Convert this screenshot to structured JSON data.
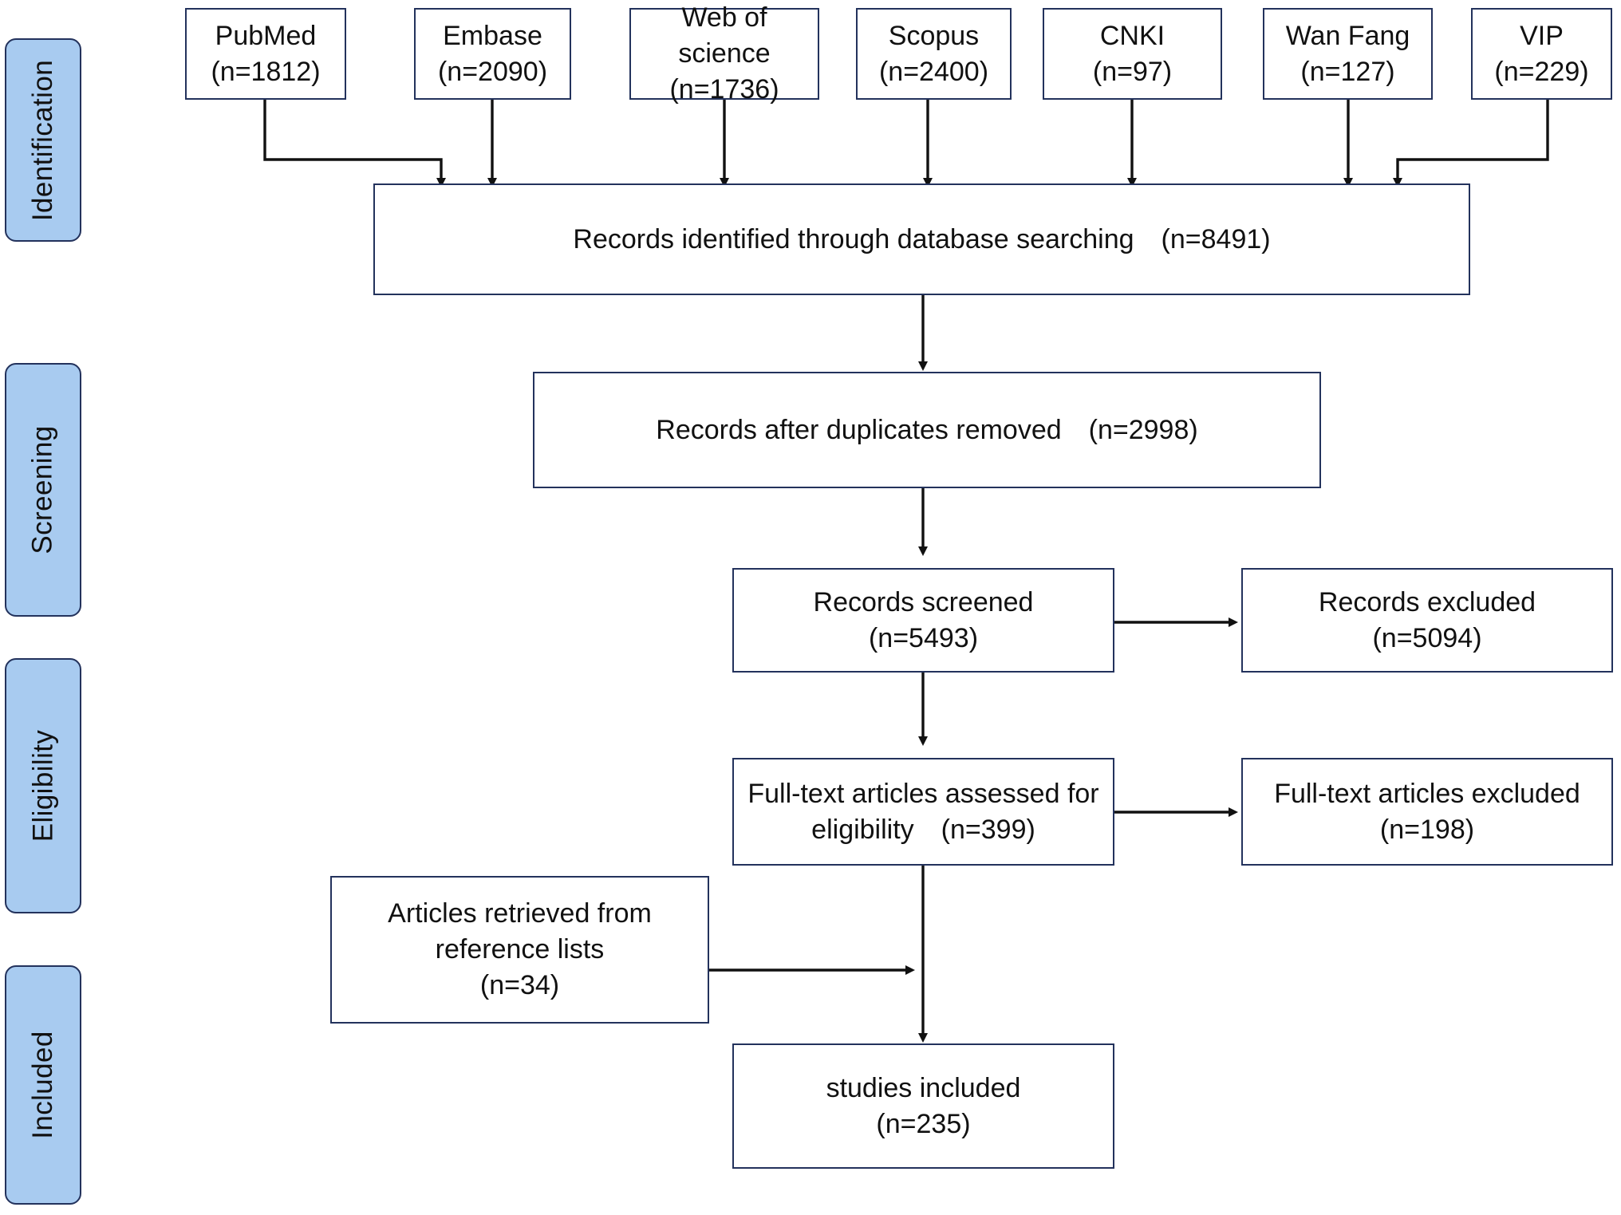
{
  "diagram": {
    "type": "prisma-flow-diagram",
    "accent_color": "#a8cbf0",
    "border_color": "#23325c",
    "text_color": "#111111",
    "background": "#ffffff"
  },
  "stages": [
    {
      "label": "Identification"
    },
    {
      "label": "Screening"
    },
    {
      "label": "Eligibility"
    },
    {
      "label": "Included"
    }
  ],
  "sources": [
    {
      "name": "PubMed",
      "count": "(n=1812)"
    },
    {
      "name": "Embase",
      "count": "(n=2090)"
    },
    {
      "name": "Web of science",
      "count": "(n=1736)"
    },
    {
      "name": "Scopus",
      "count": "(n=2400)"
    },
    {
      "name": "CNKI",
      "count": "(n=97)"
    },
    {
      "name": "Wan Fang",
      "count": "(n=127)"
    },
    {
      "name": "VIP",
      "count": "(n=229)"
    }
  ],
  "flow": {
    "identified": {
      "label": "Records identified through database searching",
      "count": "(n=8491)"
    },
    "after_duplicates": {
      "label": "Records after duplicates removed",
      "count": "(n=2998)"
    },
    "screened": {
      "label": "Records screened",
      "count": "(n=5493)"
    },
    "records_excluded": {
      "label": "Records excluded",
      "count": "(n=5094)"
    },
    "fulltext_assessed": {
      "label_line1": "Full-text articles assessed for",
      "label_line2": "eligibility",
      "count": "(n=399)"
    },
    "fulltext_excluded": {
      "label": "Full-text articles excluded",
      "count": "(n=198)"
    },
    "from_references": {
      "label_line1": "Articles retrieved from",
      "label_line2": "reference lists",
      "count": "(n=34)"
    },
    "included": {
      "label": "studies included",
      "count": "(n=235)"
    }
  }
}
